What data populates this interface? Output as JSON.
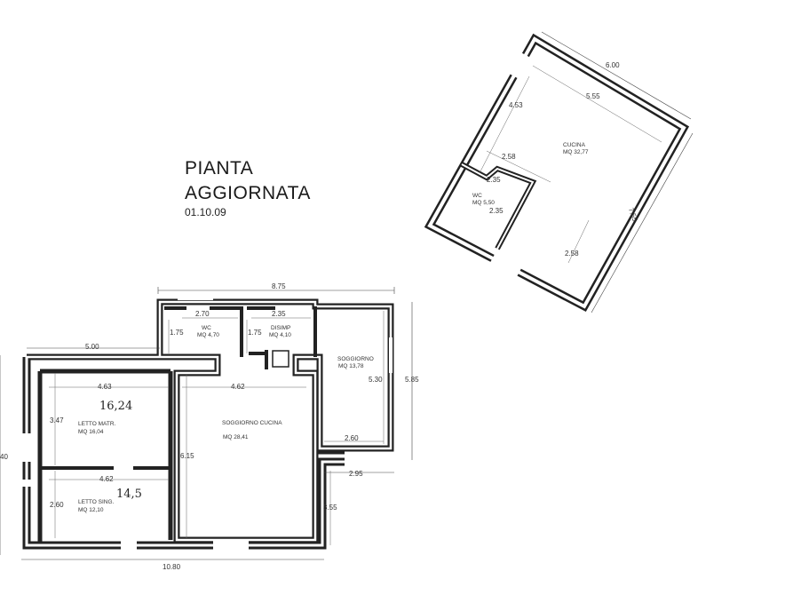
{
  "title": {
    "line1": "PIANTA",
    "line2": "AGGIORNATA",
    "date": "01.10.09"
  },
  "upper_unit": {
    "dims": {
      "top_outer": "6.00",
      "top_inner": "5.55",
      "left": "4.53",
      "right": "7.55",
      "bottom": "2.58",
      "mid_h": "2.58",
      "wc_top": "2.35",
      "wc_bottom": "2.35"
    },
    "rooms": [
      {
        "name": "CUCINA",
        "area": "MQ 32,77"
      },
      {
        "name": "WC",
        "area": "MQ 5,50"
      }
    ]
  },
  "lower_unit": {
    "dims": {
      "top_total": "8.75",
      "wc_width": "2.70",
      "dis_width": "2.35",
      "wc_height": "1.75",
      "dis_height": "1.75",
      "left_width": "5.00",
      "bed_width": "4.63",
      "soggiorno_width": "4.62",
      "bed_height": "3.47",
      "bed2_width": "4.62",
      "bed2_height": "2.60",
      "central_height": "6.15",
      "right_height": "5.30",
      "right_outer_height": "5.85",
      "right_bottom": "2.60",
      "right_bottom_outer": "2.95",
      "step": "3.55",
      "bottom_total": "10.80",
      "left_outer": "40"
    },
    "rooms": [
      {
        "name": "WC",
        "area": "MQ 4,70"
      },
      {
        "name": "DISIMP",
        "area": "MQ 4,10"
      },
      {
        "name": "SOGGIORNO",
        "area": "MQ 13,78"
      },
      {
        "name": "LETTO MATR.",
        "area": "MQ 16,04"
      },
      {
        "name": "SOGGIORNO CUCINA",
        "area": "MQ 28,41"
      },
      {
        "name": "LETTO SING.",
        "area": "MQ 12,10"
      }
    ],
    "handwritten": [
      "16,24",
      "14,5"
    ]
  }
}
